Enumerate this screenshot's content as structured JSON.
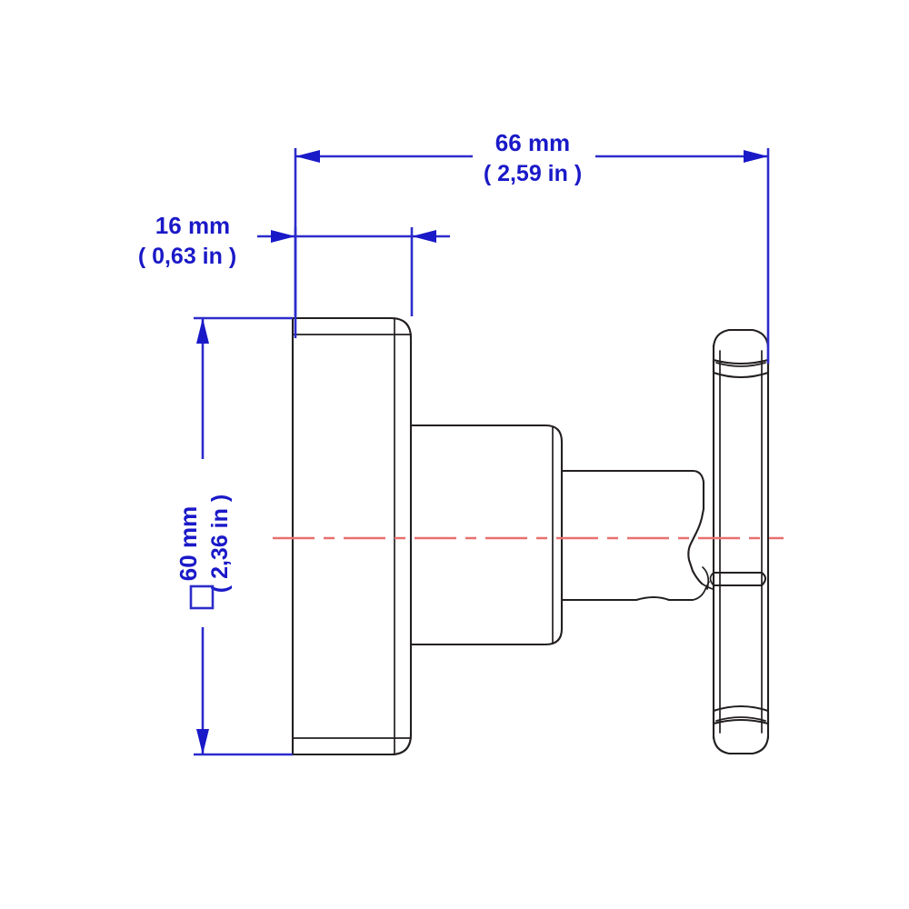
{
  "drawing": {
    "title": "Square flange handle valve dimension drawing",
    "background_color": "#ffffff",
    "part_line_color": "#231f20",
    "dimension_color": "#1a19c8",
    "centerline_color": "#e87070"
  },
  "dimensions": {
    "width_overall": {
      "name": "overall-length",
      "value_mm": "66 mm",
      "value_in": "( 2,59 in )",
      "orientation": "horizontal",
      "position": "top"
    },
    "flange_thickness": {
      "name": "flange-thickness",
      "value_mm": "16 mm",
      "value_in": "( 0,63 in )",
      "orientation": "horizontal",
      "position": "upper-left"
    },
    "flange_height": {
      "name": "flange-square-size",
      "value_mm": "60 mm",
      "value_in": "( 2,36 in )",
      "orientation": "vertical",
      "position": "left",
      "symbol": "square"
    }
  },
  "symbols": {
    "square_symbol": "□",
    "square_symbol_meaning": "square cross-section"
  },
  "features": {
    "flange": "square-flange",
    "body": "cylindrical-body",
    "stem": "stem-shaft",
    "handle": "t-handle-bar",
    "centerline": "axis-centerline"
  }
}
